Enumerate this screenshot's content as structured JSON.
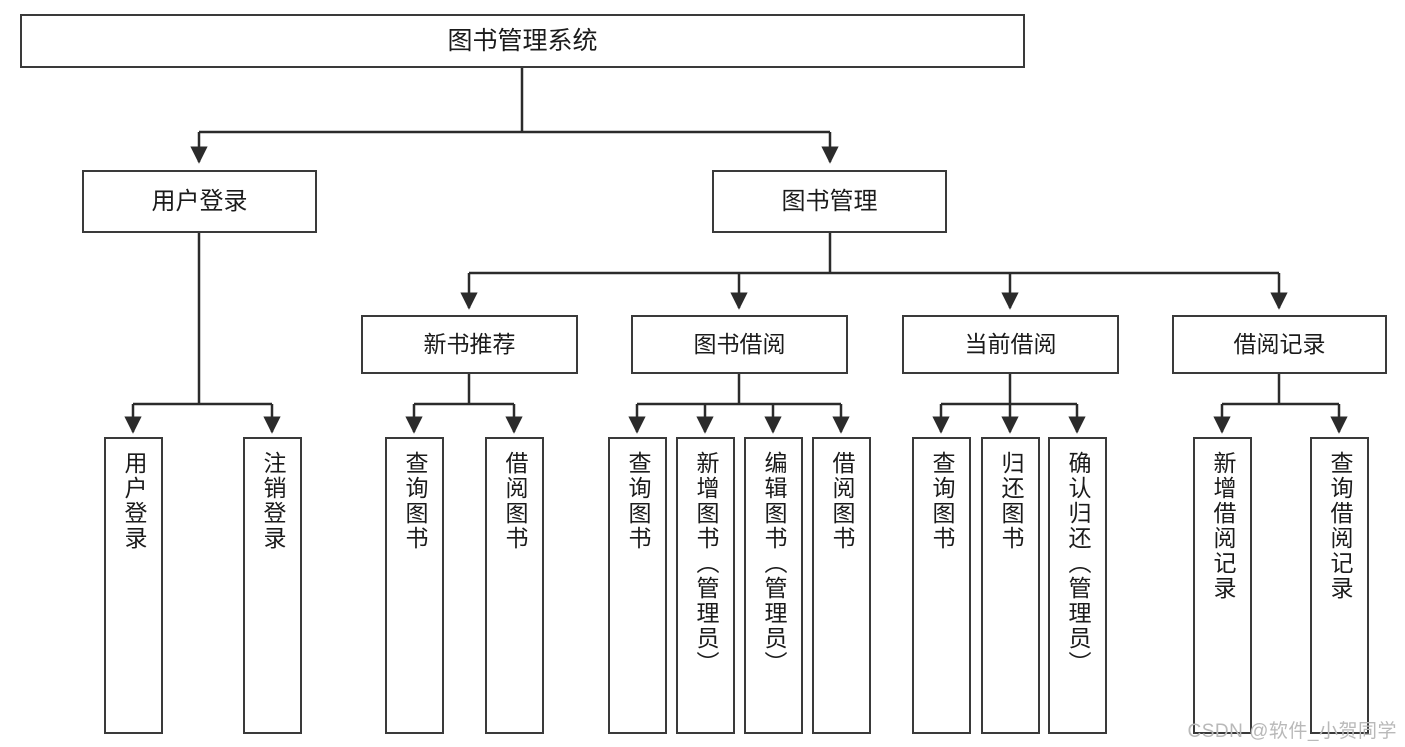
{
  "diagram": {
    "title": "图书管理系统",
    "type": "hierarchy-tree",
    "watermark": "CSDN @软件_小贺同学",
    "colors": {
      "box_border": "#3a3a3a",
      "box_fill": "#ffffff",
      "connector": "#2b2b2b",
      "text": "#1b1b1b",
      "watermark": "#b9b9b9"
    },
    "root": {
      "label": "图书管理系统"
    },
    "level1": [
      {
        "label": "用户登录"
      },
      {
        "label": "图书管理"
      }
    ],
    "level2": [
      {
        "label": "新书推荐"
      },
      {
        "label": "图书借阅"
      },
      {
        "label": "当前借阅"
      },
      {
        "label": "借阅记录"
      }
    ],
    "leaves": {
      "user_login": [
        {
          "label": "用户登录"
        },
        {
          "label": "注销登录"
        }
      ],
      "new_book_recommend": [
        {
          "label": "查询图书"
        },
        {
          "label": "借阅图书"
        }
      ],
      "book_borrow": [
        {
          "label": "查询图书"
        },
        {
          "label": "新增图书（管理员）"
        },
        {
          "label": "编辑图书（管理员）"
        },
        {
          "label": "借阅图书"
        }
      ],
      "current_borrow": [
        {
          "label": "查询图书"
        },
        {
          "label": "归还图书"
        },
        {
          "label": "确认归还（管理员）"
        }
      ],
      "borrow_record": [
        {
          "label": "新增借阅记录"
        },
        {
          "label": "查询借阅记录"
        }
      ]
    }
  }
}
